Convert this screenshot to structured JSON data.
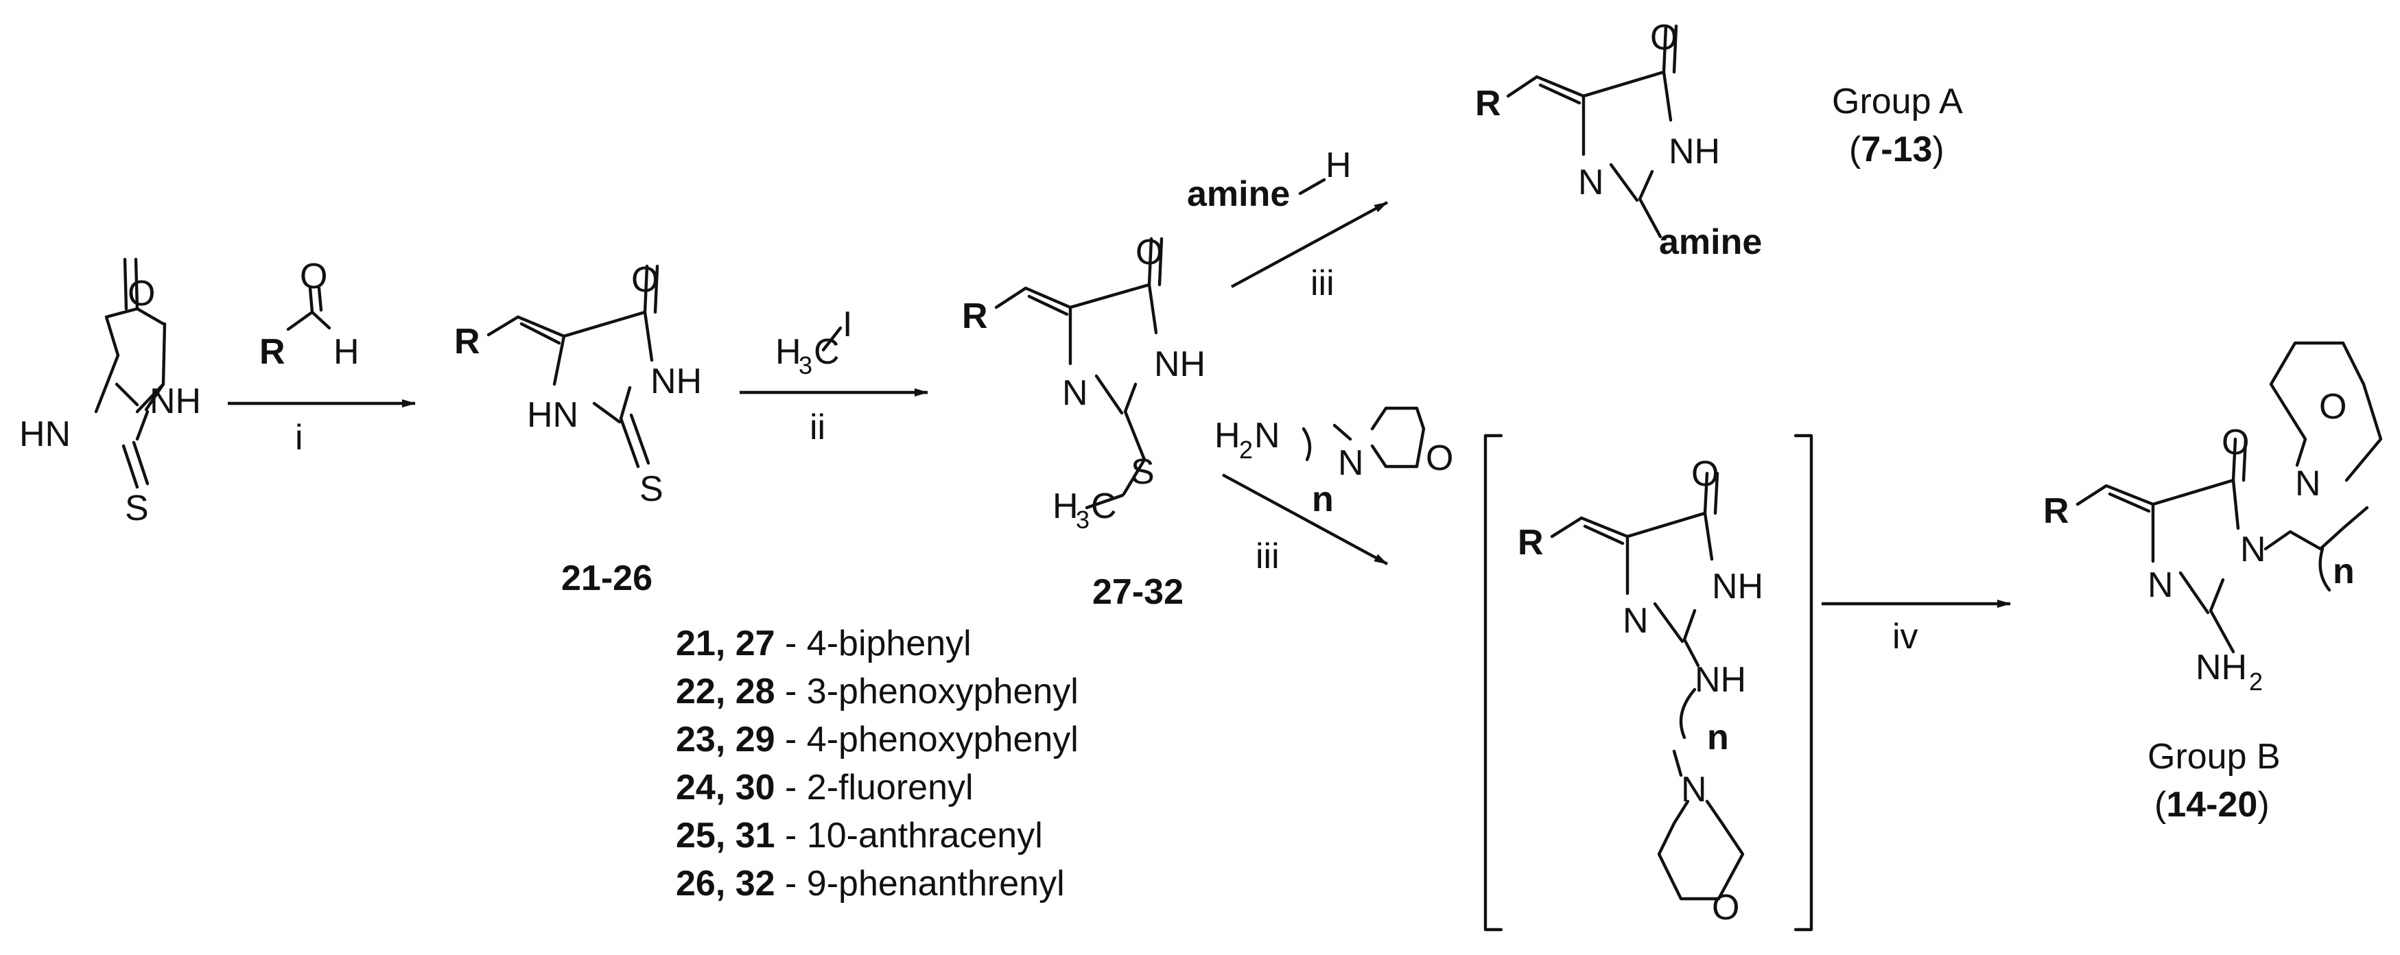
{
  "atoms": {
    "O": "O",
    "NH": "NH",
    "HN": "HN",
    "N": "N",
    "S": "S",
    "H": "H",
    "R": "R",
    "C": "C",
    "I": "I",
    "amine": "amine",
    "n": "n",
    "H2": "H",
    "sub2": "2",
    "H3": "H",
    "sub3": "3",
    "NH2": "NH"
  },
  "reagents": {
    "step_i": "i",
    "step_ii": "ii",
    "step_iii": "iii",
    "step_iv": "iv"
  },
  "compounds": {
    "thiohydantoin_aldol": "21-26",
    "methylthio": "27-32"
  },
  "substituents": [
    {
      "ids": "21, 27",
      "name": " - 4-biphenyl"
    },
    {
      "ids": "22, 28",
      "name": " - 3-phenoxyphenyl"
    },
    {
      "ids": "23, 29",
      "name": " - 4-phenoxyphenyl"
    },
    {
      "ids": "24, 30",
      "name": " - 2-fluorenyl"
    },
    {
      "ids": "25, 31",
      "name": " - 10-anthracenyl"
    },
    {
      "ids": "26, 32",
      "name": " - 9-phenanthrenyl"
    }
  ],
  "groups": {
    "a_label": "Group A",
    "a_open": "(",
    "a_range": "7-13",
    "a_close": ")",
    "b_label": "Group B",
    "b_open": "(",
    "b_range": "14-20",
    "b_close": ")"
  },
  "colors": {
    "ink": "#111111",
    "background": "#ffffff"
  }
}
